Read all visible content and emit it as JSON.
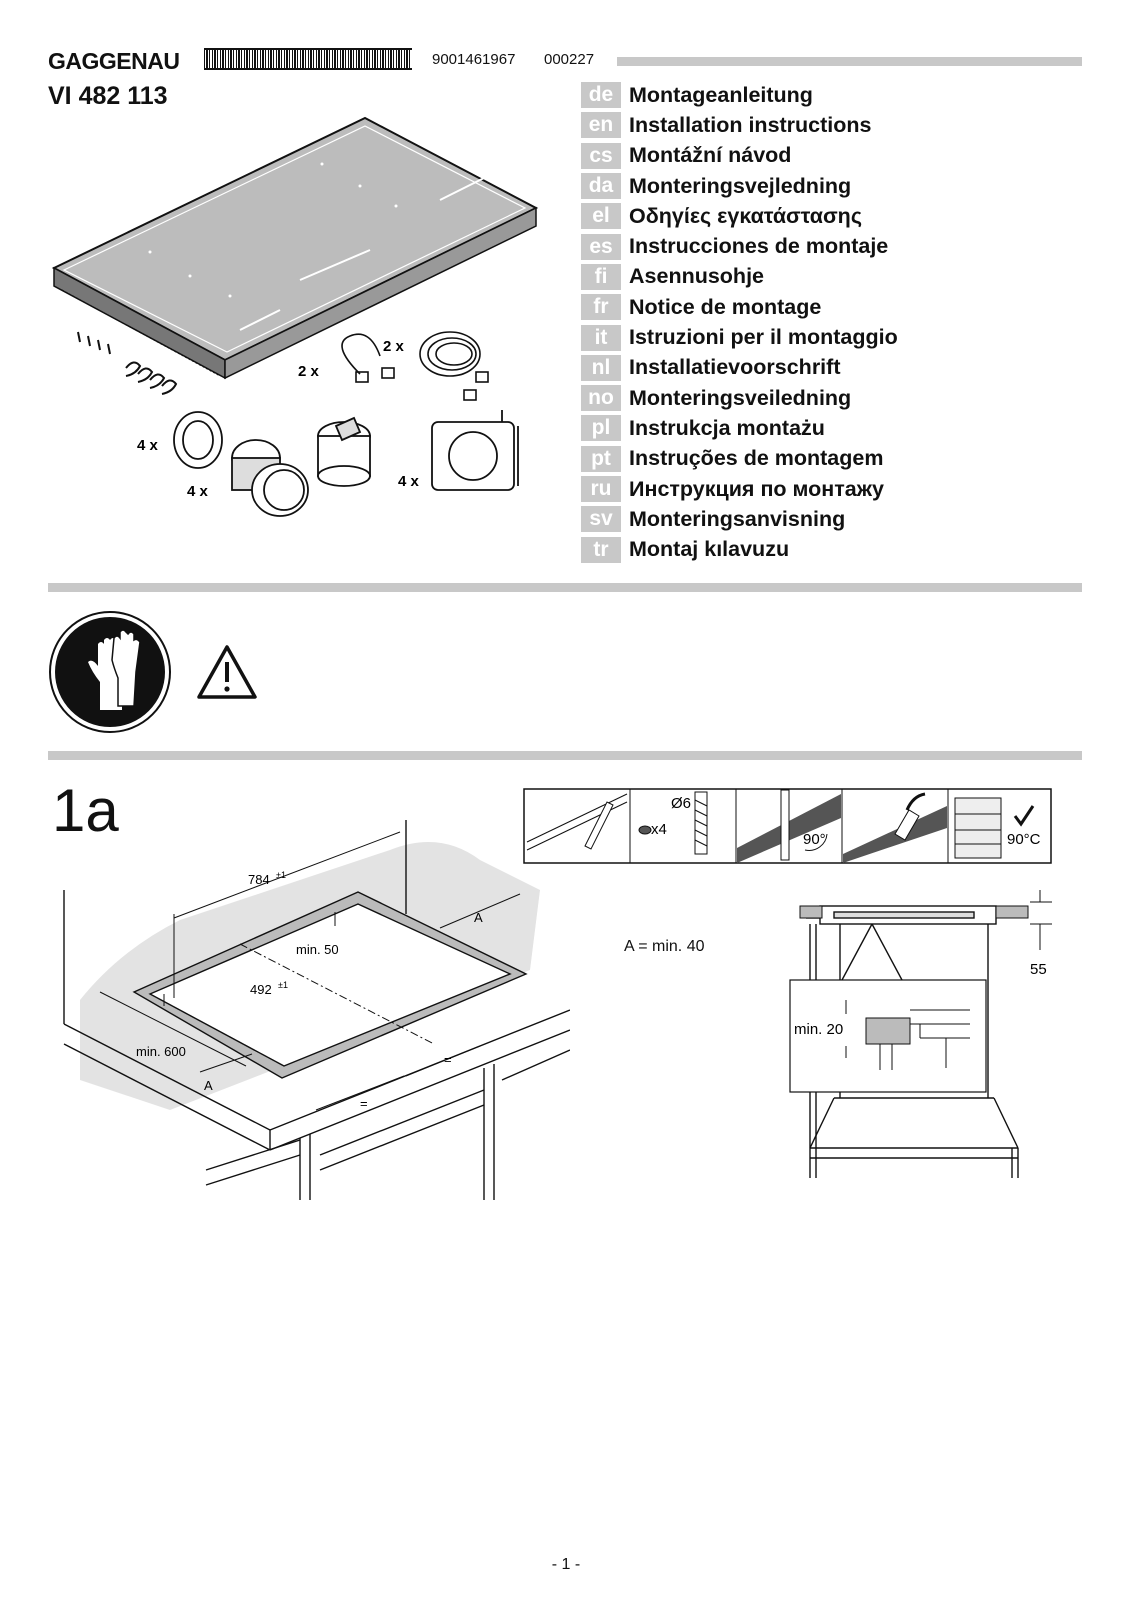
{
  "header": {
    "brand": "GAGGENAU",
    "barcode_number": "9001461967",
    "doc_number": "000227",
    "model": "VI 482 113"
  },
  "languages": [
    {
      "code": "de",
      "title": "Montageanleitung"
    },
    {
      "code": "en",
      "title": "Installation instructions"
    },
    {
      "code": "cs",
      "title": "Montážní návod"
    },
    {
      "code": "da",
      "title": "Monteringsvejledning"
    },
    {
      "code": "el",
      "title": "Οδηγίες εγκατάστασης"
    },
    {
      "code": "es",
      "title": "Instrucciones de montaje"
    },
    {
      "code": "fi",
      "title": "Asennusohje"
    },
    {
      "code": "fr",
      "title": "Notice de montage"
    },
    {
      "code": "it",
      "title": "Istruzioni per il montaggio"
    },
    {
      "code": "nl",
      "title": "Installatievoorschrift"
    },
    {
      "code": "no",
      "title": "Monteringsveiledning"
    },
    {
      "code": "pl",
      "title": "Instrukcja montażu"
    },
    {
      "code": "pt",
      "title": "Instruções de montagem"
    },
    {
      "code": "ru",
      "title": "Инструкция по монтажу"
    },
    {
      "code": "sv",
      "title": "Monteringsanvisning"
    },
    {
      "code": "tr",
      "title": "Montaj kılavuzu"
    }
  ],
  "parts": {
    "qty_cables_short": "2 x",
    "qty_cables_long": "2 x",
    "qty_rings": "4 x",
    "qty_knobs": "4 x",
    "qty_plates": "4 x"
  },
  "icons": {
    "gloves": "gloves-icon",
    "warning": "warning-triangle-icon"
  },
  "step": {
    "label": "1a",
    "tools": {
      "drill_diameter": "Ø6",
      "drill_count": "x4",
      "saw_angle": "90°",
      "heat_resistance": "90°C"
    },
    "cutout": {
      "width": "784",
      "width_tol": "±1",
      "depth": "492",
      "depth_tol": "±1",
      "min_50": "min. 50",
      "min_600": "min. 600",
      "a_label_1": "A",
      "a_label_2": "A",
      "equal_1": "=",
      "equal_2": "="
    },
    "note": "A = min. 40",
    "section": {
      "height": "55",
      "min_20": "min. 20"
    }
  },
  "footer": {
    "page": "- 1 -"
  }
}
